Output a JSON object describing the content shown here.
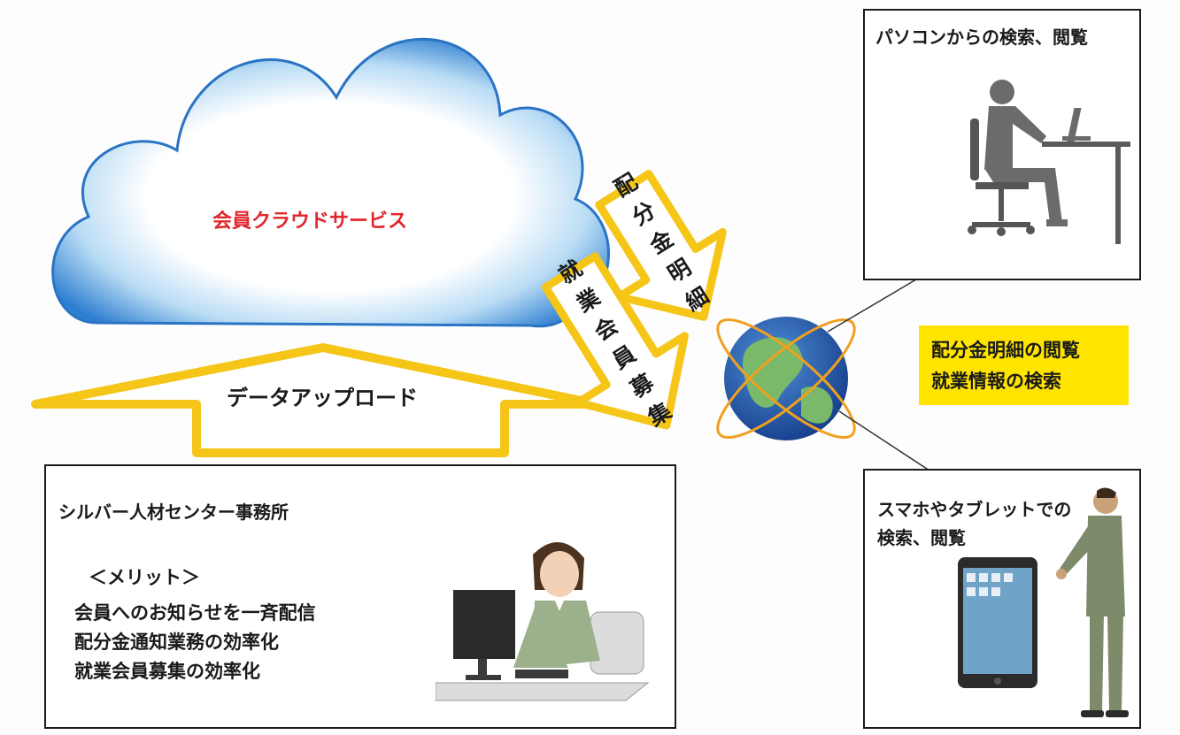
{
  "cloud": {
    "label": "会員クラウドサービス"
  },
  "upload_arrow": {
    "label": "データアップロード"
  },
  "arrow_haibunkin": {
    "chars": [
      "配",
      "分",
      "金",
      "明",
      "細"
    ]
  },
  "arrow_shugyo": {
    "chars": [
      "就",
      "業",
      "会",
      "員",
      "募",
      "集"
    ]
  },
  "callout": {
    "line1": "配分金明細の閲覧",
    "line2": "就業情報の検索"
  },
  "panel_pc": {
    "title": "パソコンからの検索、閲覧"
  },
  "panel_mobile": {
    "title_line1": "スマホやタブレットでの",
    "title_line2": "検索、閲覧"
  },
  "panel_office": {
    "title": "シルバー人材センター事務所",
    "merit_heading": "＜メリット＞",
    "merit_items": [
      "会員へのお知らせを一斉配信",
      "配分金通知業務の効率化",
      "就業会員募集の効率化"
    ]
  },
  "colors": {
    "accent_yellow": "#ffe400",
    "cloud_blue": "#2f7fd0",
    "arrow_yellow": "#f5c518",
    "label_red": "#e0262c"
  }
}
